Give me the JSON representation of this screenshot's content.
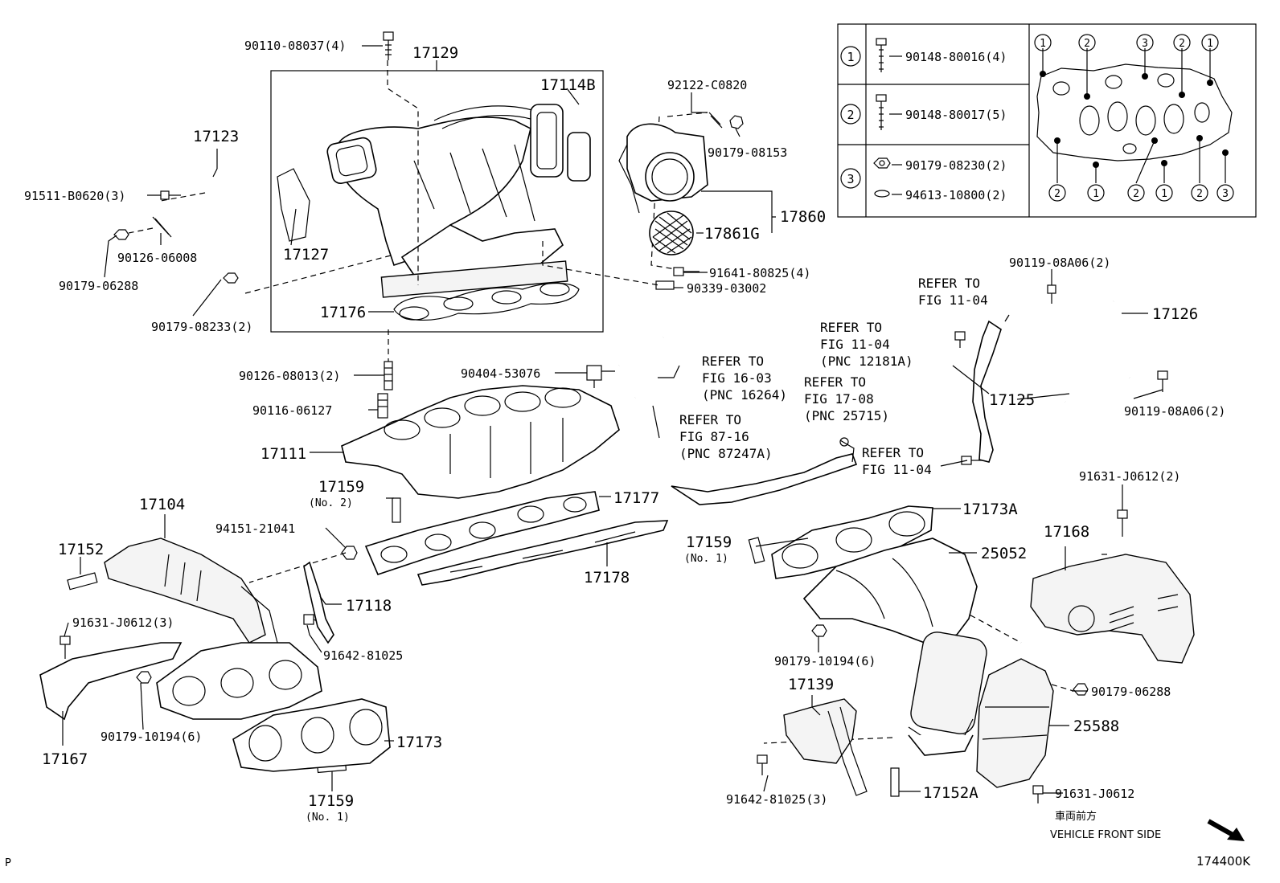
{
  "diagram": {
    "parts": [
      {
        "id": "p1",
        "label": "90110-08037(4)"
      },
      {
        "id": "p2",
        "label": "17129"
      },
      {
        "id": "p3",
        "label": "17114B"
      },
      {
        "id": "p4",
        "label": "17123"
      },
      {
        "id": "p5",
        "label": "91511-B0620(3)"
      },
      {
        "id": "p6",
        "label": "90126-06008"
      },
      {
        "id": "p7",
        "label": "90179-06288"
      },
      {
        "id": "p8",
        "label": "17127"
      },
      {
        "id": "p9",
        "label": "90179-08233(2)"
      },
      {
        "id": "p10",
        "label": "17176"
      },
      {
        "id": "p11",
        "label": "92122-C0820"
      },
      {
        "id": "p12",
        "label": "90179-08153"
      },
      {
        "id": "p13",
        "label": "17861G"
      },
      {
        "id": "p14",
        "label": "17860"
      },
      {
        "id": "p15",
        "label": "91641-80825(4)"
      },
      {
        "id": "p16",
        "label": "90339-03002"
      },
      {
        "id": "p17",
        "label": "90126-08013(2)"
      },
      {
        "id": "p18",
        "label": "90404-53076"
      },
      {
        "id": "p19",
        "label": "90116-06127"
      },
      {
        "id": "p20",
        "label": "17111"
      },
      {
        "id": "p21",
        "label": "17159"
      },
      {
        "id": "p22",
        "label": "17177"
      },
      {
        "id": "p23",
        "label": "17104"
      },
      {
        "id": "p24",
        "label": "94151-21041"
      },
      {
        "id": "p25",
        "label": "17152"
      },
      {
        "id": "p26",
        "label": "17178"
      },
      {
        "id": "p27",
        "label": "17118"
      },
      {
        "id": "p28",
        "label": "91631-J0612(3)"
      },
      {
        "id": "p29",
        "label": "91642-81025"
      },
      {
        "id": "p30",
        "label": "90179-10194(6)"
      },
      {
        "id": "p31",
        "label": "17167"
      },
      {
        "id": "p32",
        "label": "17173"
      },
      {
        "id": "p33",
        "label": "17159"
      },
      {
        "id": "p34",
        "label": "90119-08A06(2)"
      },
      {
        "id": "p35",
        "label": "17126"
      },
      {
        "id": "p36",
        "label": "17125"
      },
      {
        "id": "p37",
        "label": "90119-08A06(2)"
      },
      {
        "id": "p38",
        "label": "17173A"
      },
      {
        "id": "p39",
        "label": "17159"
      },
      {
        "id": "p40",
        "label": "25052"
      },
      {
        "id": "p41",
        "label": "91631-J0612(2)"
      },
      {
        "id": "p42",
        "label": "17168"
      },
      {
        "id": "p43",
        "label": "90179-10194(6)"
      },
      {
        "id": "p44",
        "label": "17139"
      },
      {
        "id": "p45",
        "label": "90179-06288"
      },
      {
        "id": "p46",
        "label": "25588"
      },
      {
        "id": "p47",
        "label": "17152A"
      },
      {
        "id": "p48",
        "label": "91642-81025(3)"
      },
      {
        "id": "p49",
        "label": "91631-J0612"
      }
    ],
    "notes": {
      "no2_a": "(No. 2)",
      "no1_a": "(No. 1)",
      "no1_b": "(No. 1)"
    },
    "refs": [
      {
        "id": "r1",
        "lines": [
          "REFER TO",
          "FIG 16-03",
          "(PNC 16264)"
        ]
      },
      {
        "id": "r2",
        "lines": [
          "REFER TO",
          "FIG 87-16",
          "(PNC 87247A)"
        ]
      },
      {
        "id": "r3",
        "lines": [
          "REFER TO",
          "FIG 17-08",
          "(PNC 25715)"
        ]
      },
      {
        "id": "r4",
        "lines": [
          "REFER TO",
          "FIG 11-04"
        ]
      },
      {
        "id": "r5",
        "lines": [
          "REFER TO",
          "FIG 11-04",
          "(PNC 12181A)"
        ]
      },
      {
        "id": "r6",
        "lines": [
          "REFER TO",
          "FIG 11-04"
        ]
      }
    ],
    "legend": {
      "rows": [
        {
          "num": "1",
          "label": "90148-80016(4)"
        },
        {
          "num": "2",
          "label": "90148-80017(5)"
        },
        {
          "num": "3a",
          "label": "90179-08230(2)"
        },
        {
          "num": "3b",
          "label": "94613-10800(2)"
        }
      ],
      "markers": {
        "top": [
          "1",
          "2",
          "3",
          "2",
          "1"
        ],
        "bottom": [
          "2",
          "1",
          "2",
          "1",
          "2",
          "3"
        ]
      }
    },
    "footer": {
      "front_jp": "車両前方",
      "front_en": "VEHICLE FRONT SIDE",
      "code": "174400K",
      "corner": "P"
    }
  }
}
